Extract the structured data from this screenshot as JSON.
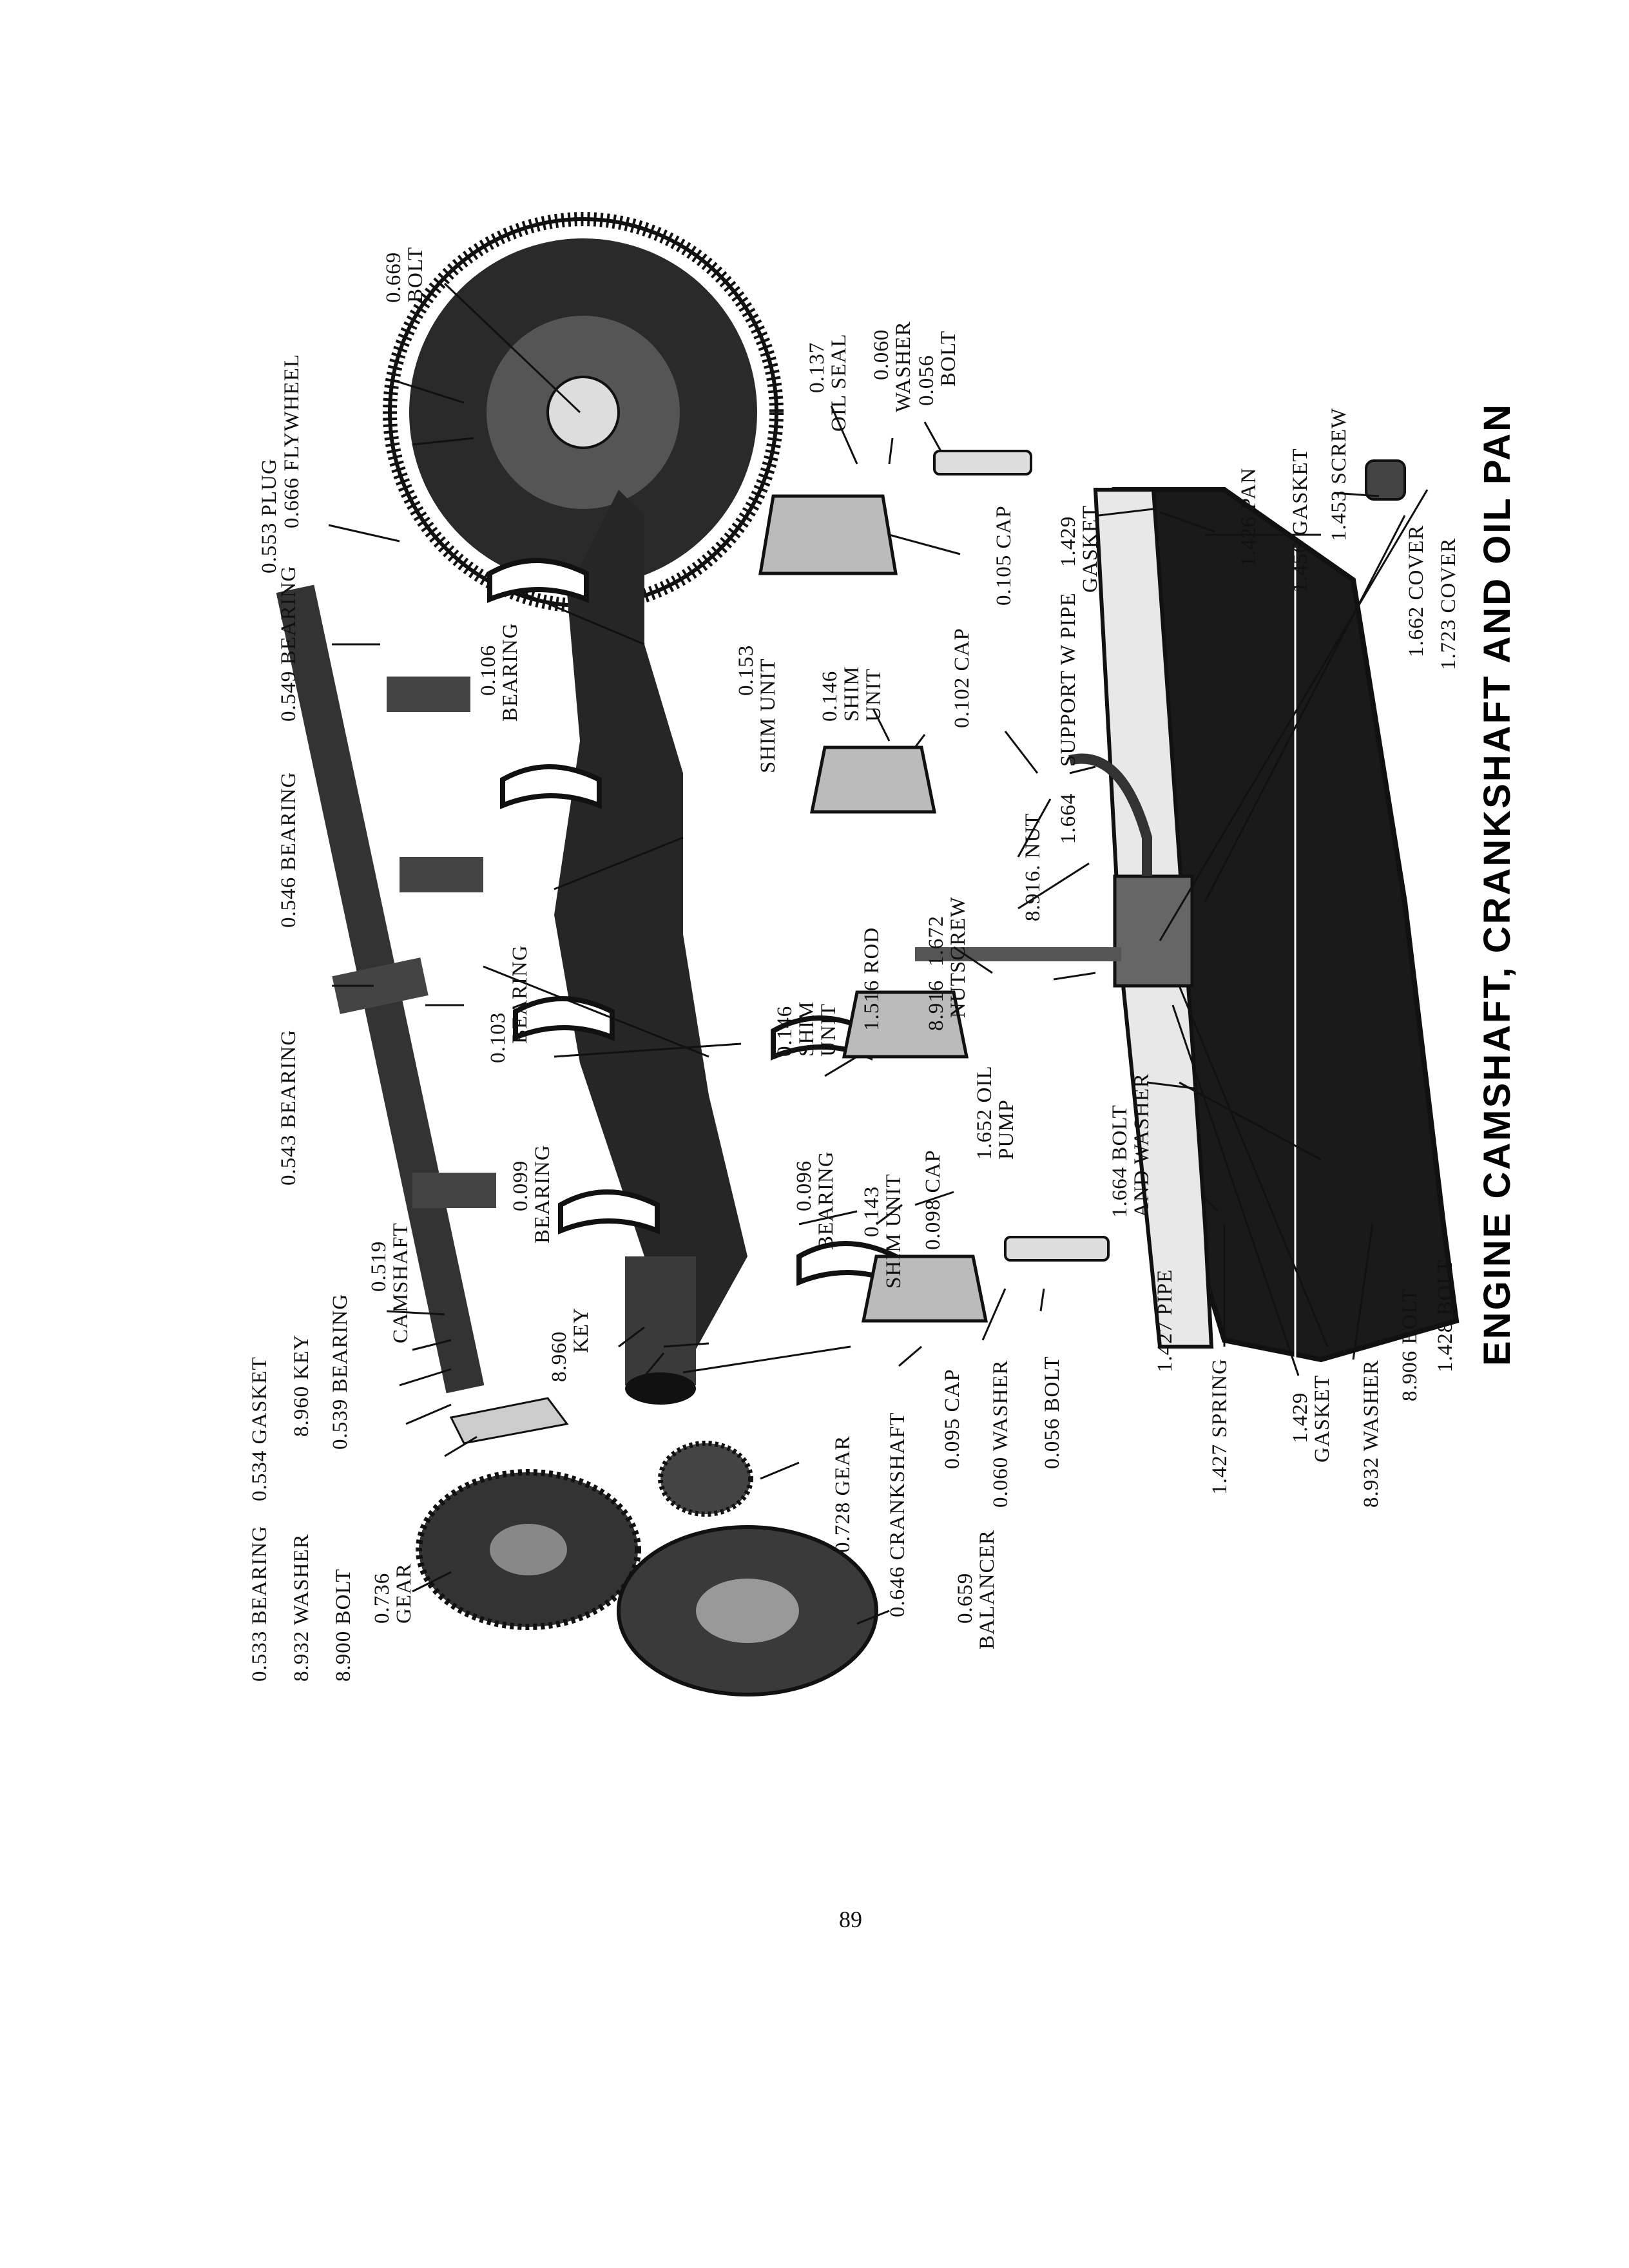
{
  "title": "ENGINE CAMSHAFT, CRANKSHAFT AND OIL PAN",
  "page_number": "89",
  "labels": {
    "flywheel": "0.666 FLYWHEEL",
    "bolt_669": [
      "0.669",
      "BOLT"
    ],
    "plug": "0.553 PLUG",
    "oil_seal": [
      "0.137",
      "OIL SEAL"
    ],
    "washer_060_top": [
      "0.060",
      "WASHER"
    ],
    "bolt_056_top": [
      "0.056",
      "BOLT"
    ],
    "cap_105": "0.105 CAP",
    "gasket_1429_top": [
      "1.429",
      "GASKET"
    ],
    "support_pipe": "SUPPORT W PIPE",
    "pan": "1.426 PAN",
    "gasket_1456": "1.456 GASKET",
    "screw_1453": "1.453 SCREW",
    "cover_1662": "1.662 COVER",
    "cover_1723": "1.723 COVER",
    "bearing_549": "0.549 BEARING",
    "bearing_106": [
      "0.106",
      "BEARING"
    ],
    "shim_153": [
      "0.153",
      "SHIM UNIT"
    ],
    "shim_146_top": [
      "0.146",
      "SHIM",
      "UNIT"
    ],
    "cap_102": "0.102 CAP",
    "nut_8916_a": "8.916. NUT",
    "support_1664": "1.664",
    "bearing_546": "0.546 BEARING",
    "bearing_103": [
      "0.103",
      "BEARING"
    ],
    "shim_146_mid": [
      "0.146",
      "SHIM",
      "UNIT"
    ],
    "rod_1516": "1.516 ROD",
    "screw_1672": [
      "1.672",
      "SCREW"
    ],
    "nut_8916_b": [
      "8.916",
      "NUT"
    ],
    "oil_pump": [
      "1.652 OIL",
      "PUMP"
    ],
    "bolt_washer_1664": [
      "1.664 BOLT",
      "AND WASHER"
    ],
    "bearing_543": "0.543 BEARING",
    "bearing_099": [
      "0.099",
      "BEARING"
    ],
    "bearing_096": [
      "0.096",
      "BEARING"
    ],
    "shim_143": [
      "0.143",
      "SHIM UNIT"
    ],
    "cap_098": "0.098 CAP",
    "camshaft": [
      "0.519",
      "CAMSHAFT"
    ],
    "bearing_539": "0.539 BEARING",
    "key_960_a": "8.960 KEY",
    "gasket_534": "0.534 GASKET",
    "key_960_b": [
      "8.960",
      "KEY"
    ],
    "crankshaft": "0.646 CRANKSHAFT",
    "cap_095": "0.095 CAP",
    "washer_060_bot": "0.060 WASHER",
    "bolt_056_bot": "0.056 BOLT",
    "pipe_1427": "1.427 PIPE",
    "spring_1427": "1.427 SPRING",
    "gasket_1429_bot": [
      "1.429",
      "GASKET"
    ],
    "washer_8932_r": "8.932 WASHER",
    "bolt_8906": "8.906 BOLT",
    "bolt_1428": "1.428 BOLT",
    "bearing_533": "0.533 BEARING",
    "washer_8932_l": "8.932 WASHER",
    "bolt_8900": "8.900 BOLT",
    "gear_736": [
      "0.736",
      "GEAR"
    ],
    "gear_728": "0.728 GEAR",
    "balancer": [
      "0.659",
      "BALANCER"
    ]
  }
}
